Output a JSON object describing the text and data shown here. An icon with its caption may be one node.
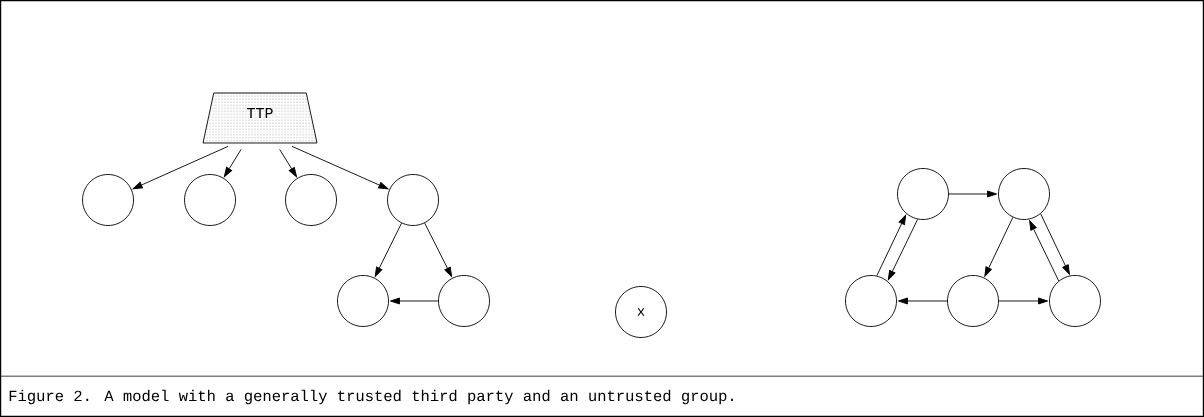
{
  "diagram": {
    "caption": "Figure 2. A model with a generally trusted third party and an untrusted group.",
    "nodes": [
      {
        "text": [
          "TTP"
        ]
      },
      {
        "text": [],
        "shape": "circle"
      },
      {
        "text": [],
        "shape": "circle"
      },
      {
        "text": [],
        "shape": "circle"
      },
      {
        "text": [],
        "shape": "circle"
      },
      {
        "text": [],
        "shape": "circle"
      },
      {
        "text": [],
        "shape": "circle"
      },
      {
        "text": [
          "x"
        ]
      },
      {
        "text": [],
        "shape": "circle"
      },
      {
        "text": [],
        "shape": "circle"
      },
      {
        "text": [],
        "shape": "circle"
      },
      {
        "text": [],
        "shape": "circle"
      },
      {
        "text": [],
        "shape": "circle"
      }
    ],
    "edges": [
      {
        "from": 0,
        "to": 1,
        "arrow": "to"
      },
      {
        "from": 0,
        "to": 2,
        "arrow": "to"
      },
      {
        "from": 0,
        "to": 3,
        "arrow": "to"
      },
      {
        "from": 0,
        "to": 4,
        "arrow": "to"
      },
      {
        "from": 4,
        "to": 5,
        "arrow": "to"
      },
      {
        "from": 4,
        "to": 6,
        "arrow": "to"
      },
      {
        "from": 6,
        "to": 5,
        "arrow": "to"
      },
      {
        "from": 10,
        "to": 8,
        "arrow": "to"
      },
      {
        "from": 8,
        "to": 10,
        "arrow": "to"
      },
      {
        "from": 8,
        "to": 9,
        "arrow": "to"
      },
      {
        "from": 9,
        "to": 11,
        "arrow": "to"
      },
      {
        "from": 9,
        "to": 12,
        "arrow": "to"
      },
      {
        "from": 12,
        "to": 9,
        "arrow": "to"
      },
      {
        "from": 11,
        "to": 10,
        "arrow": "to"
      },
      {
        "from": 11,
        "to": 12,
        "arrow": "to"
      }
    ]
  }
}
